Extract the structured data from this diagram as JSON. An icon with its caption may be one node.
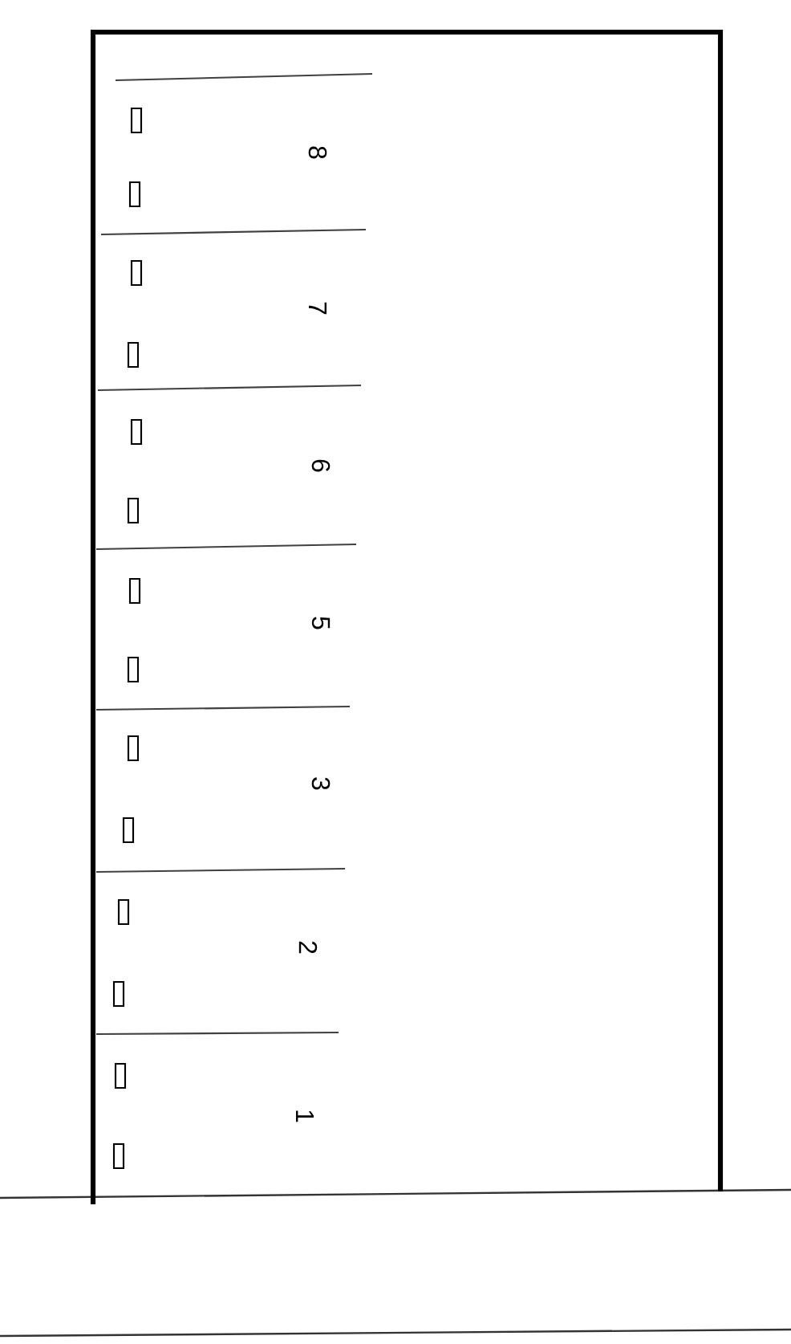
{
  "diagram": {
    "labels": [
      "8",
      "7",
      "6",
      "5",
      "3",
      "2",
      "1"
    ]
  }
}
